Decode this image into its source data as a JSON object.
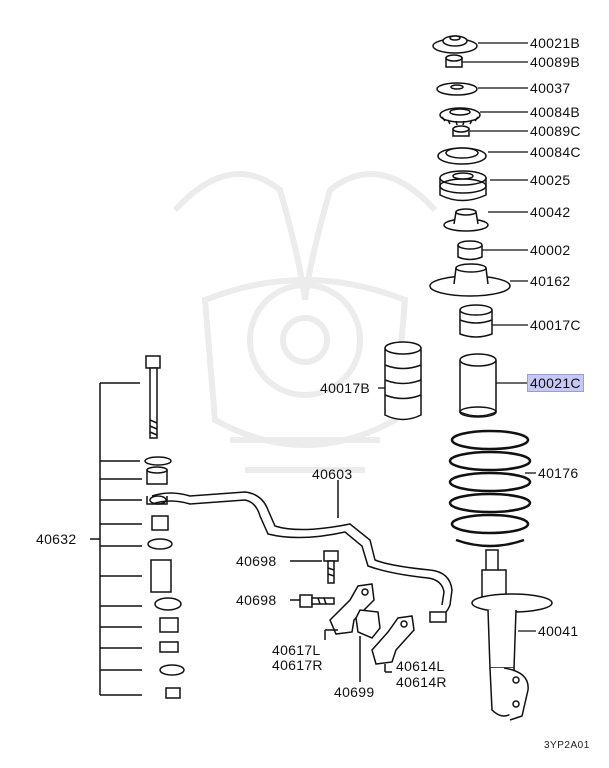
{
  "diagram_code": "3YP2A01",
  "highlight_color": "#c8c8f4",
  "parts": [
    {
      "id": "p1",
      "label": "40021B",
      "highlighted": false
    },
    {
      "id": "p2",
      "label": "40089B",
      "highlighted": false
    },
    {
      "id": "p3",
      "label": "40037",
      "highlighted": false
    },
    {
      "id": "p4",
      "label": "40084B",
      "highlighted": false
    },
    {
      "id": "p5",
      "label": "40089C",
      "highlighted": false
    },
    {
      "id": "p6",
      "label": "40084C",
      "highlighted": false
    },
    {
      "id": "p7",
      "label": "40025",
      "highlighted": false
    },
    {
      "id": "p8",
      "label": "40042",
      "highlighted": false
    },
    {
      "id": "p9",
      "label": "40002",
      "highlighted": false
    },
    {
      "id": "p10",
      "label": "40162",
      "highlighted": false
    },
    {
      "id": "p11",
      "label": "40017C",
      "highlighted": false
    },
    {
      "id": "p12",
      "label": "40021C",
      "highlighted": true
    },
    {
      "id": "p13",
      "label": "40176",
      "highlighted": false
    },
    {
      "id": "p14",
      "label": "40041",
      "highlighted": false
    },
    {
      "id": "p15",
      "label": "40017B",
      "highlighted": false
    },
    {
      "id": "p16",
      "label": "40603",
      "highlighted": false
    },
    {
      "id": "p17",
      "label": "40632",
      "highlighted": false
    },
    {
      "id": "p18",
      "label": "40698",
      "highlighted": false
    },
    {
      "id": "p19",
      "label": "40698",
      "highlighted": false
    },
    {
      "id": "p20",
      "label": "40617L",
      "highlighted": false
    },
    {
      "id": "p21",
      "label": "40617R",
      "highlighted": false
    },
    {
      "id": "p22",
      "label": "40699",
      "highlighted": false
    },
    {
      "id": "p23",
      "label": "40614L",
      "highlighted": false
    },
    {
      "id": "p24",
      "label": "40614R",
      "highlighted": false
    }
  ]
}
